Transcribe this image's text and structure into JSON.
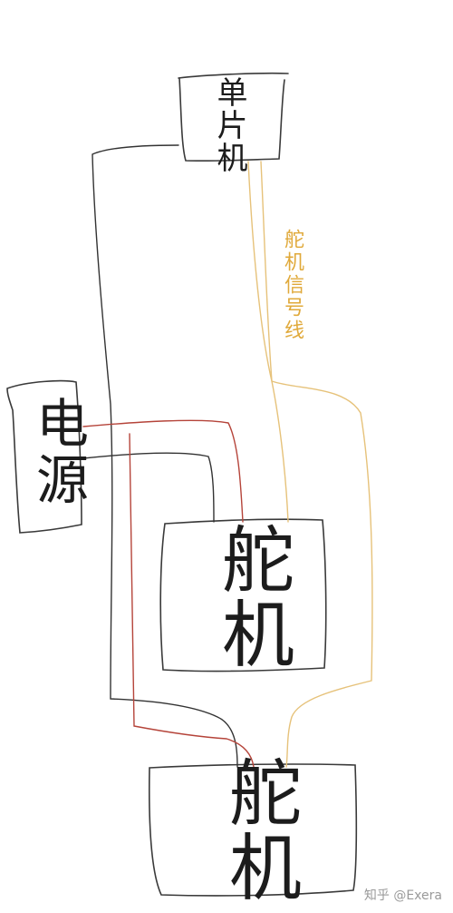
{
  "labels": {
    "mcu": "单片机",
    "power": "电源",
    "servo_1": "舵机",
    "servo_2": "舵机",
    "signal_wire": "舵机信号线"
  },
  "watermark": "知乎 @Exera",
  "colors": {
    "outline": "#3a3a3a",
    "ground_wire": "#333333",
    "power_wire": "#b5443a",
    "signal_wire": "#e6c27a",
    "signal_text": "#e0a93a"
  }
}
